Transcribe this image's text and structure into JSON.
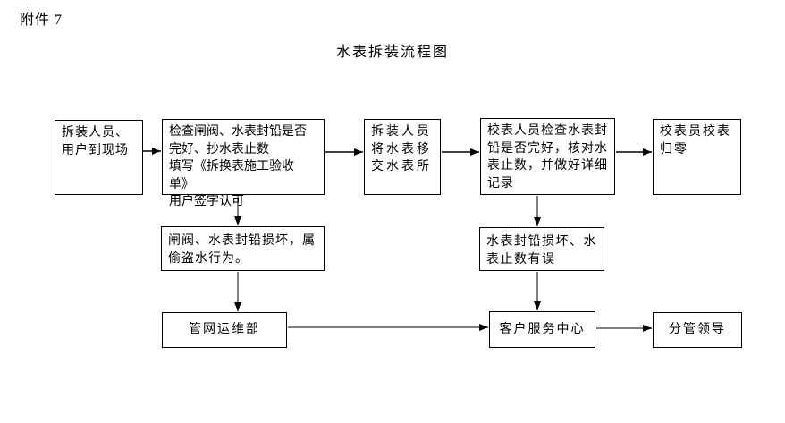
{
  "page": {
    "attachment_label": "附件 7",
    "title": "水表拆装流程图"
  },
  "flowchart": {
    "nodes": {
      "arrive_on_site": {
        "text": "拆装人员、\n用户到现场"
      },
      "check_seal": {
        "text": "检查闸阀、水表封铅是否\n完好、抄水表止数\n填写《拆换表施工验收单》\n用户签字认可"
      },
      "transfer_meter": {
        "text": "拆装人员\n将水表移\n交水表所"
      },
      "verify_record": {
        "text": "校表人员检查水表封\n铅是否完好，核对水\n表止数，并做好详细\n记录"
      },
      "reset_meter": {
        "text": "校表员校表\n归零"
      },
      "seal_damaged_theft": {
        "text": "闸阀、水表封铅损坏，属\n偷盗水行为。"
      },
      "seal_damaged_error": {
        "text": "水表封铅损坏、水\n表止数有误"
      },
      "pipeline_dept": {
        "text": "管网运维部"
      },
      "service_center": {
        "text": "客户服务中心"
      },
      "leader": {
        "text": "分管领导"
      }
    },
    "colors": {
      "box_border": "#000000",
      "arrow_line_black": "#000000",
      "connector_line_gray": "#808080",
      "arrowhead": "#000000"
    }
  }
}
